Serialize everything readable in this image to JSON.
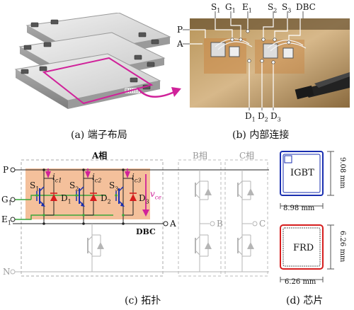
{
  "panel_a": {
    "caption": "(a) 端子布局"
  },
  "panel_b": {
    "caption": "(b) 内部连接",
    "top_labels": {
      "s1": {
        "base": "S",
        "sub": "1"
      },
      "g1": {
        "base": "G",
        "sub": "1"
      },
      "e1": {
        "base": "E",
        "sub": "1"
      },
      "s2": {
        "base": "S",
        "sub": "2"
      },
      "s3": {
        "base": "S",
        "sub": "3"
      },
      "dbc": "DBC"
    },
    "side_labels": {
      "p": "P",
      "a": "A"
    },
    "bottom_labels": {
      "d1": {
        "base": "D",
        "sub": "1"
      },
      "d2": {
        "base": "D",
        "sub": "2"
      },
      "d3": {
        "base": "D",
        "sub": "3"
      }
    }
  },
  "panel_c": {
    "caption": "(c) 拓扑",
    "phase_a": "A相",
    "phase_b": "B相",
    "phase_c": "C相",
    "terminal_p": "P",
    "terminal_g1": {
      "base": "G",
      "sub": "1"
    },
    "terminal_e1": {
      "base": "E",
      "sub": "1"
    },
    "terminal_n": "N",
    "terminal_a": "A",
    "terminal_b": "B",
    "terminal_c": "C",
    "dbc": "DBC",
    "vce": {
      "base": "v",
      "sub": "ce"
    },
    "devices": [
      {
        "s": {
          "base": "S",
          "sub": "1"
        },
        "d": {
          "base": "D",
          "sub": "1"
        },
        "i": {
          "base": "i",
          "sub": "c1"
        }
      },
      {
        "s": {
          "base": "S",
          "sub": "2"
        },
        "d": {
          "base": "D",
          "sub": "2"
        },
        "i": {
          "base": "i",
          "sub": "c2"
        }
      },
      {
        "s": {
          "base": "S",
          "sub": "3"
        },
        "d": {
          "base": "D",
          "sub": "3"
        },
        "i": {
          "base": "i",
          "sub": "c3"
        }
      }
    ]
  },
  "panel_d": {
    "caption": "(d) 芯片",
    "igbt": {
      "label": "IGBT",
      "width": "8.98 mm",
      "height": "9.08 mm"
    },
    "frd": {
      "label": "FRD",
      "width": "6.26 mm",
      "height": "6.26 mm"
    }
  },
  "colors": {
    "magenta": "#d0229a",
    "red": "#d61e1e",
    "green": "#3aa63a",
    "blue": "#1a2fb0",
    "dbc_fill": "#f2b58a",
    "ghost": "#b5b5b5"
  }
}
